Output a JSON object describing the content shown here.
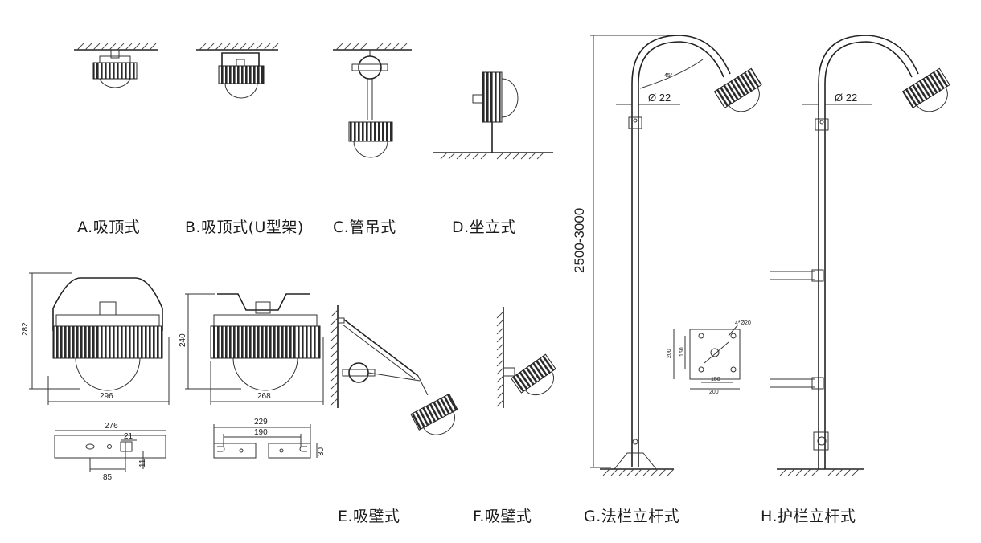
{
  "captions": {
    "a": "A.吸顶式",
    "b": "B.吸顶式(U型架)",
    "c": "C.管吊式",
    "d": "D.坐立式",
    "e": "E.吸壁式",
    "f": "F.吸壁式",
    "g": "G.法栏立杆式",
    "h": "H.护栏立杆式"
  },
  "dimensions": {
    "height_282": "282",
    "width_296": "296",
    "height_240": "240",
    "width_268": "268",
    "bracket_276": "276",
    "bracket_21": "21",
    "bracket_85": "85",
    "bracket_11": "11",
    "bracket_229": "229",
    "bracket_190": "190",
    "bracket_30": "30",
    "pole_height": "2500-3000",
    "pole_diameter_g": "Ø 22",
    "pole_diameter_h": "Ø 22",
    "angle": "45°",
    "flange_holes": "4*Ø20",
    "flange_150_v": "150",
    "flange_200_v": "200",
    "flange_150_h": "150",
    "flange_200_h": "200"
  }
}
